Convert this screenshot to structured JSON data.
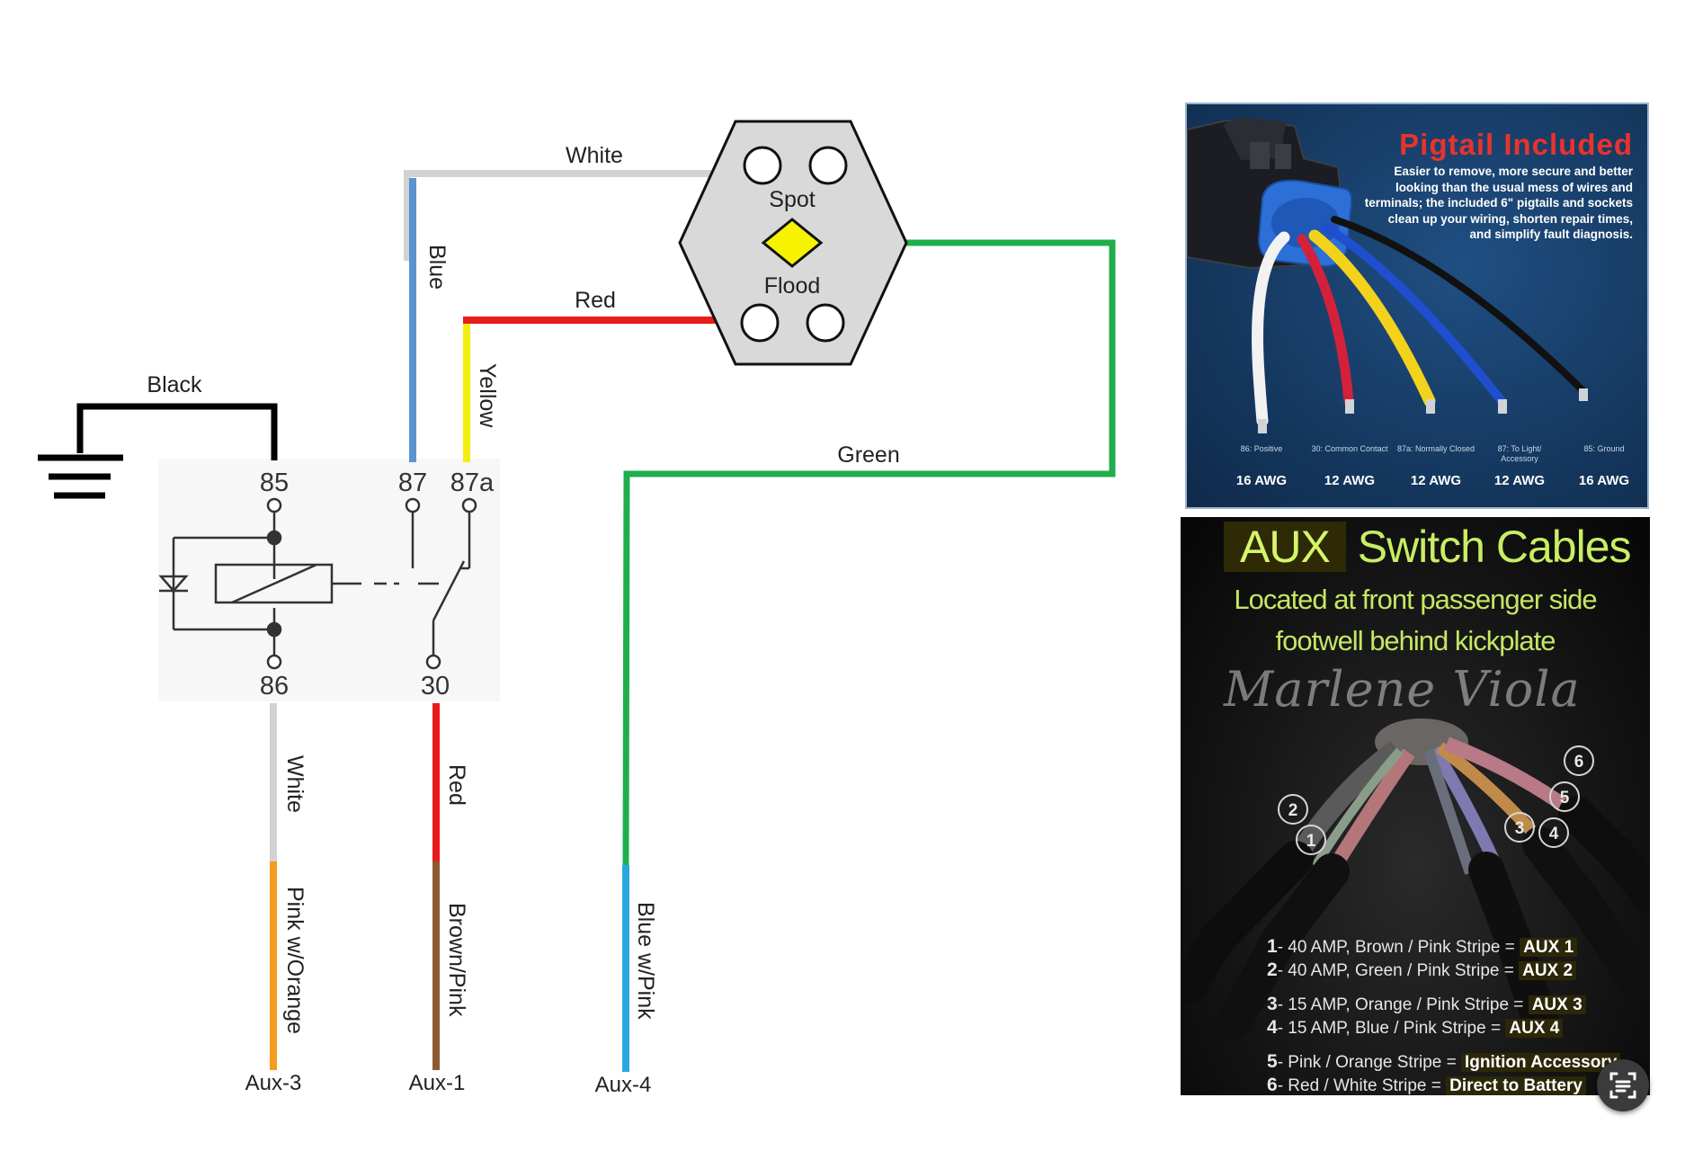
{
  "diagram": {
    "wires": {
      "white_top": "White",
      "blue": "Blue",
      "red_top": "Red",
      "yellow": "Yellow",
      "black": "Black",
      "green": "Green",
      "white_bottom": "White",
      "pink_orange": "Pink w/Orange",
      "red_bottom": "Red",
      "brown_pink": "Brown/Pink",
      "blue_pink": "Blue w/Pink"
    },
    "light": {
      "spot": "Spot",
      "flood": "Flood"
    },
    "pins": {
      "p85": "85",
      "p87": "87",
      "p87a": "87a",
      "p86": "86",
      "p30": "30"
    },
    "aux": {
      "aux3": "Aux-3",
      "aux1": "Aux-1",
      "aux4": "Aux-4"
    },
    "colors": {
      "white": "#d2d2d2",
      "blue": "#5b93cf",
      "red": "#e81b1b",
      "yellow": "#f4ee10",
      "black": "#000000",
      "green": "#1fae4b",
      "orange": "#f29d1e",
      "brown": "#8a5a35",
      "light_blue": "#29a8df",
      "light_body": "#d9d9d9",
      "diamond": "#f7f200"
    }
  },
  "pigtail": {
    "title": "Pigtail Included",
    "description": "Easier to remove, more secure and better looking than the usual mess of wires and terminals; the included 6\" pigtails and sockets clean up your wiring, shorten repair times, and simplify fault diagnosis.",
    "wires": [
      {
        "label": "86: Positive",
        "awg": "16 AWG",
        "color": "#f2f2f2"
      },
      {
        "label": "30: Common Contact",
        "awg": "12 AWG",
        "color": "#d3213b"
      },
      {
        "label": "87a: Normally Closed",
        "awg": "12 AWG",
        "color": "#f3d21c"
      },
      {
        "label": "87: To Light/ Accessory",
        "awg": "12 AWG",
        "color": "#1f4fcf"
      },
      {
        "label": "85: Ground",
        "awg": "16 AWG",
        "color": "#111111"
      }
    ],
    "colors": {
      "title": "#e8332c",
      "connector": "#2c6fd6"
    }
  },
  "aux_switch": {
    "title_a": "AUX",
    "title_b": "Switch Cables",
    "subtitle_1": "Located at front passenger side",
    "subtitle_2": "footwell behind kickplate",
    "watermark": "Marlene Viola",
    "items": [
      {
        "num": "1",
        "text": "- 40 AMP, Brown / Pink Stripe = ",
        "tag": "AUX 1"
      },
      {
        "num": "2",
        "text": "- 40 AMP, Green / Pink Stripe = ",
        "tag": "AUX 2"
      },
      {
        "num": "3",
        "text": "- 15 AMP, Orange / Pink Stripe = ",
        "tag": "AUX 3"
      },
      {
        "num": "4",
        "text": "- 15 AMP, Blue / Pink Stripe = ",
        "tag": "AUX 4"
      },
      {
        "num": "5",
        "text": "- Pink / Orange Stripe = ",
        "tag": "Ignition Accessory"
      },
      {
        "num": "6",
        "text": "- Red / White Stripe = ",
        "tag": "Direct to Battery"
      }
    ],
    "circles": [
      "1",
      "2",
      "3",
      "4",
      "5",
      "6"
    ]
  },
  "fab": {
    "icon": "document-scan-icon"
  }
}
